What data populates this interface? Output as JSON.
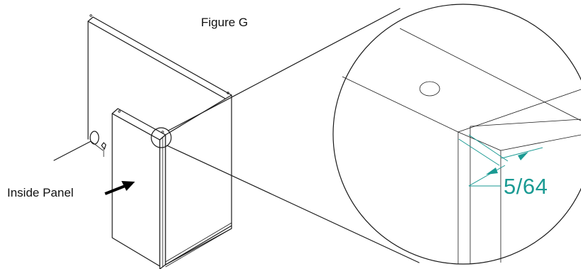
{
  "figure": {
    "title": "Figure G",
    "callout_label": "Inside Panel",
    "dimension_label": "5/64"
  },
  "colors": {
    "line": "#1a1a1a",
    "dimension": "#1a9a93",
    "arrow": "#000000"
  }
}
